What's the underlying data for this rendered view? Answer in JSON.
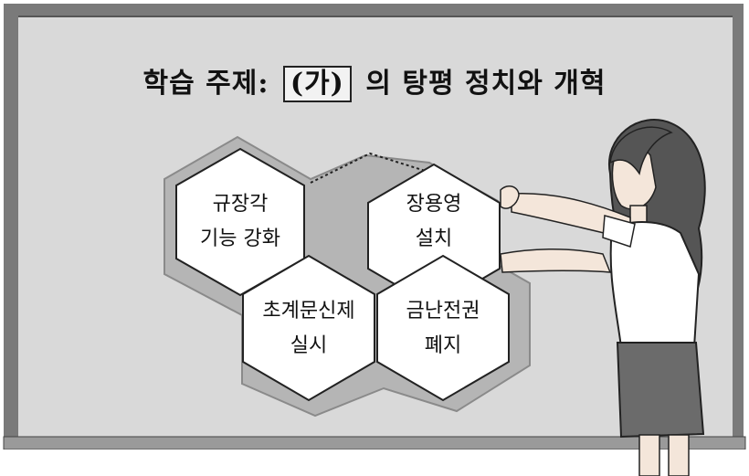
{
  "title": {
    "prefix": "학습 주제:",
    "boxed": "(가)",
    "suffix": "의 탕평 정치와 개혁"
  },
  "hexagons": [
    {
      "line1": "규장각",
      "line2": "기능 강화"
    },
    {
      "line1": "장용영",
      "line2": "설치"
    },
    {
      "line1": "초계문신제",
      "line2": "실시"
    },
    {
      "line1": "금난전권",
      "line2": "폐지"
    }
  ],
  "colors": {
    "board_frame": "#7a7a7a",
    "board_surface": "#d9d9d9",
    "hex_fill": "#ffffff",
    "hex_outline_band": "#b5b5b5",
    "skirt": "#6b6b6b"
  }
}
